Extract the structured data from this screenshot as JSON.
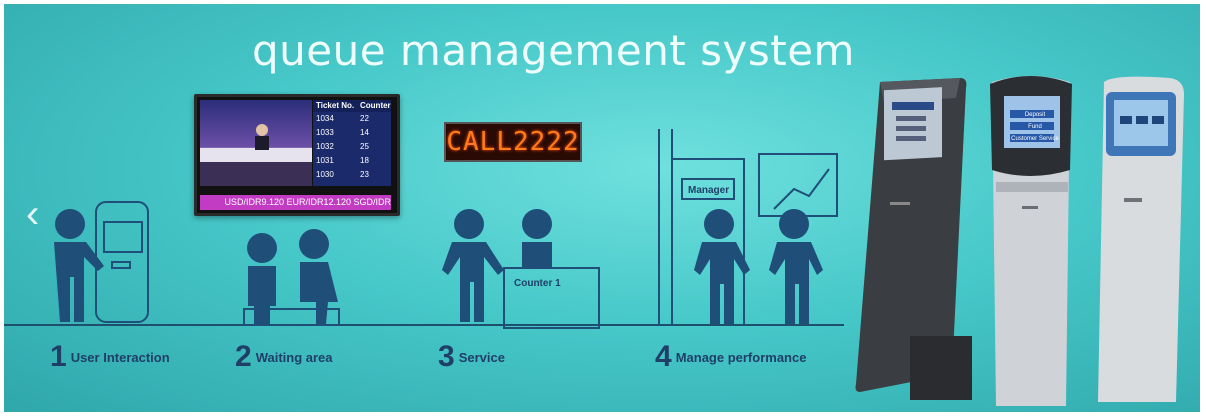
{
  "title": "queue management system",
  "tv": {
    "headers": [
      "Ticket No.",
      "Counter"
    ],
    "rows": [
      [
        "1034",
        "22"
      ],
      [
        "1033",
        "14"
      ],
      [
        "1032",
        "25"
      ],
      [
        "1031",
        "18"
      ],
      [
        "1030",
        "23"
      ]
    ],
    "ticker": "USD/IDR9.120 EUR/IDR12.120 SGD/IDR"
  },
  "led_text": "CALL2222",
  "scene": {
    "counter_label": "Counter 1",
    "manager_label": "Manager"
  },
  "steps": [
    {
      "num": "1",
      "label": "User Interaction"
    },
    {
      "num": "2",
      "label": "Waiting area"
    },
    {
      "num": "3",
      "label": "Service"
    },
    {
      "num": "4",
      "label": "Manage performance"
    }
  ],
  "kiosks": {
    "k2_buttons": [
      "Deposit",
      "Fund",
      "Customer Service"
    ]
  },
  "colors": {
    "background": "#47c8c9",
    "figure": "#1f4f78",
    "led": "#ff7a1a",
    "ticker": "#c23cc3"
  },
  "nav": {
    "prev_icon": "chevron-left-icon",
    "next_icon": "chevron-right-icon"
  }
}
